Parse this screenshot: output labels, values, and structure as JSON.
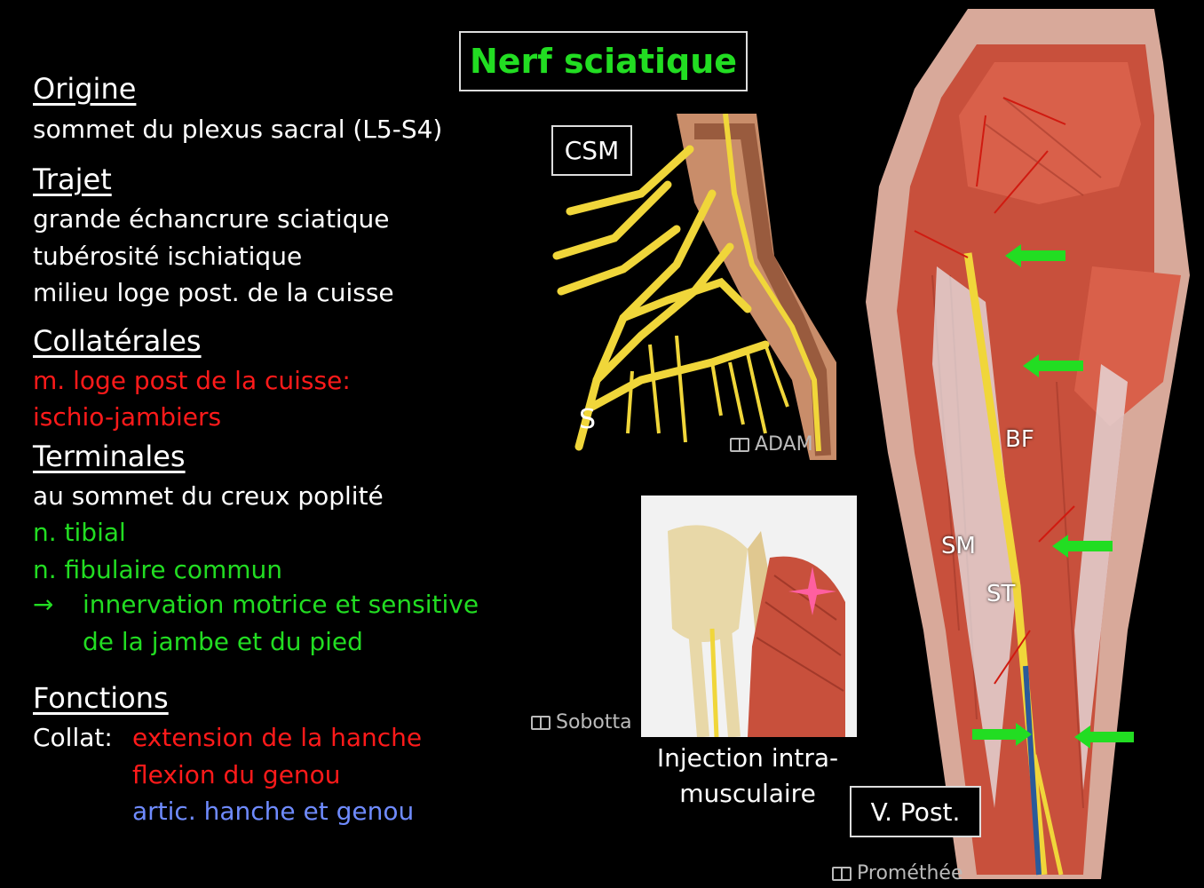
{
  "title": "Nerf sciatique",
  "sections": {
    "origine": {
      "heading": "Origine",
      "text": "sommet du plexus sacral (L5-S4)"
    },
    "trajet": {
      "heading": "Trajet",
      "lines": [
        "grande échancrure sciatique",
        "tubérosité ischiatique",
        "milieu loge post. de la cuisse"
      ]
    },
    "collaterales": {
      "heading": "Collatérales",
      "lines": [
        "m. loge post de la cuisse:",
        "ischio-jambiers"
      ]
    },
    "terminales": {
      "heading": "Terminales",
      "intro": "au sommet du creux poplité",
      "lines": [
        "n. tibial",
        "n. fibulaire commun"
      ],
      "arrow": "→",
      "note": [
        "innervation motrice et sensitive",
        "de la jambe et du pied"
      ]
    },
    "fonctions": {
      "heading": "Fonctions",
      "prefix": "Collat:",
      "lines": [
        "extension de la hanche",
        "flexion du genou",
        "artic. hanche et genou"
      ]
    }
  },
  "figures": {
    "csm": {
      "label": "CSM",
      "marker": "S",
      "credit": "ADAM"
    },
    "injection": {
      "caption": [
        "Injection intra-",
        "musculaire"
      ],
      "credit": "Sobotta"
    },
    "posterior": {
      "label": "V. Post.",
      "credit": "Prométhée",
      "muscles": [
        "BF",
        "SM",
        "ST"
      ]
    }
  },
  "colors": {
    "green": "#22dd22",
    "red": "#ff1a1a",
    "blue": "#6f8bff",
    "nerve": "#f0d63a",
    "muscle": "#c8503c"
  }
}
